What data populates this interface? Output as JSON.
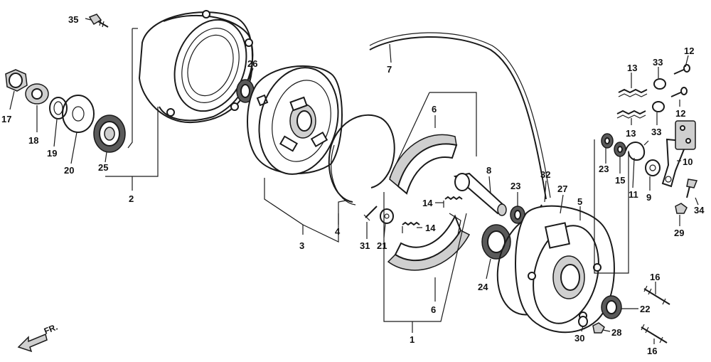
{
  "callouts": {
    "p1": "1",
    "p2": "2",
    "p3": "3",
    "p4": "4",
    "p5": "5",
    "p6a": "6",
    "p6b": "6",
    "p7": "7",
    "p8": "8",
    "p9": "9",
    "p10": "10",
    "p11": "11",
    "p12a": "12",
    "p12b": "12",
    "p13a": "13",
    "p13b": "13",
    "p14a": "14",
    "p14b": "14",
    "p15": "15",
    "p16a": "16",
    "p16b": "16",
    "p17": "17",
    "p18": "18",
    "p19": "19",
    "p20": "20",
    "p21": "21",
    "p22": "22",
    "p23a": "23",
    "p23b": "23",
    "p24": "24",
    "p25": "25",
    "p26": "26",
    "p27": "27",
    "p28": "28",
    "p29": "29",
    "p30": "30",
    "p31": "31",
    "p32": "32",
    "p33a": "33",
    "p33b": "33",
    "p34": "34",
    "p35": "35"
  },
  "direction_label": "FR."
}
